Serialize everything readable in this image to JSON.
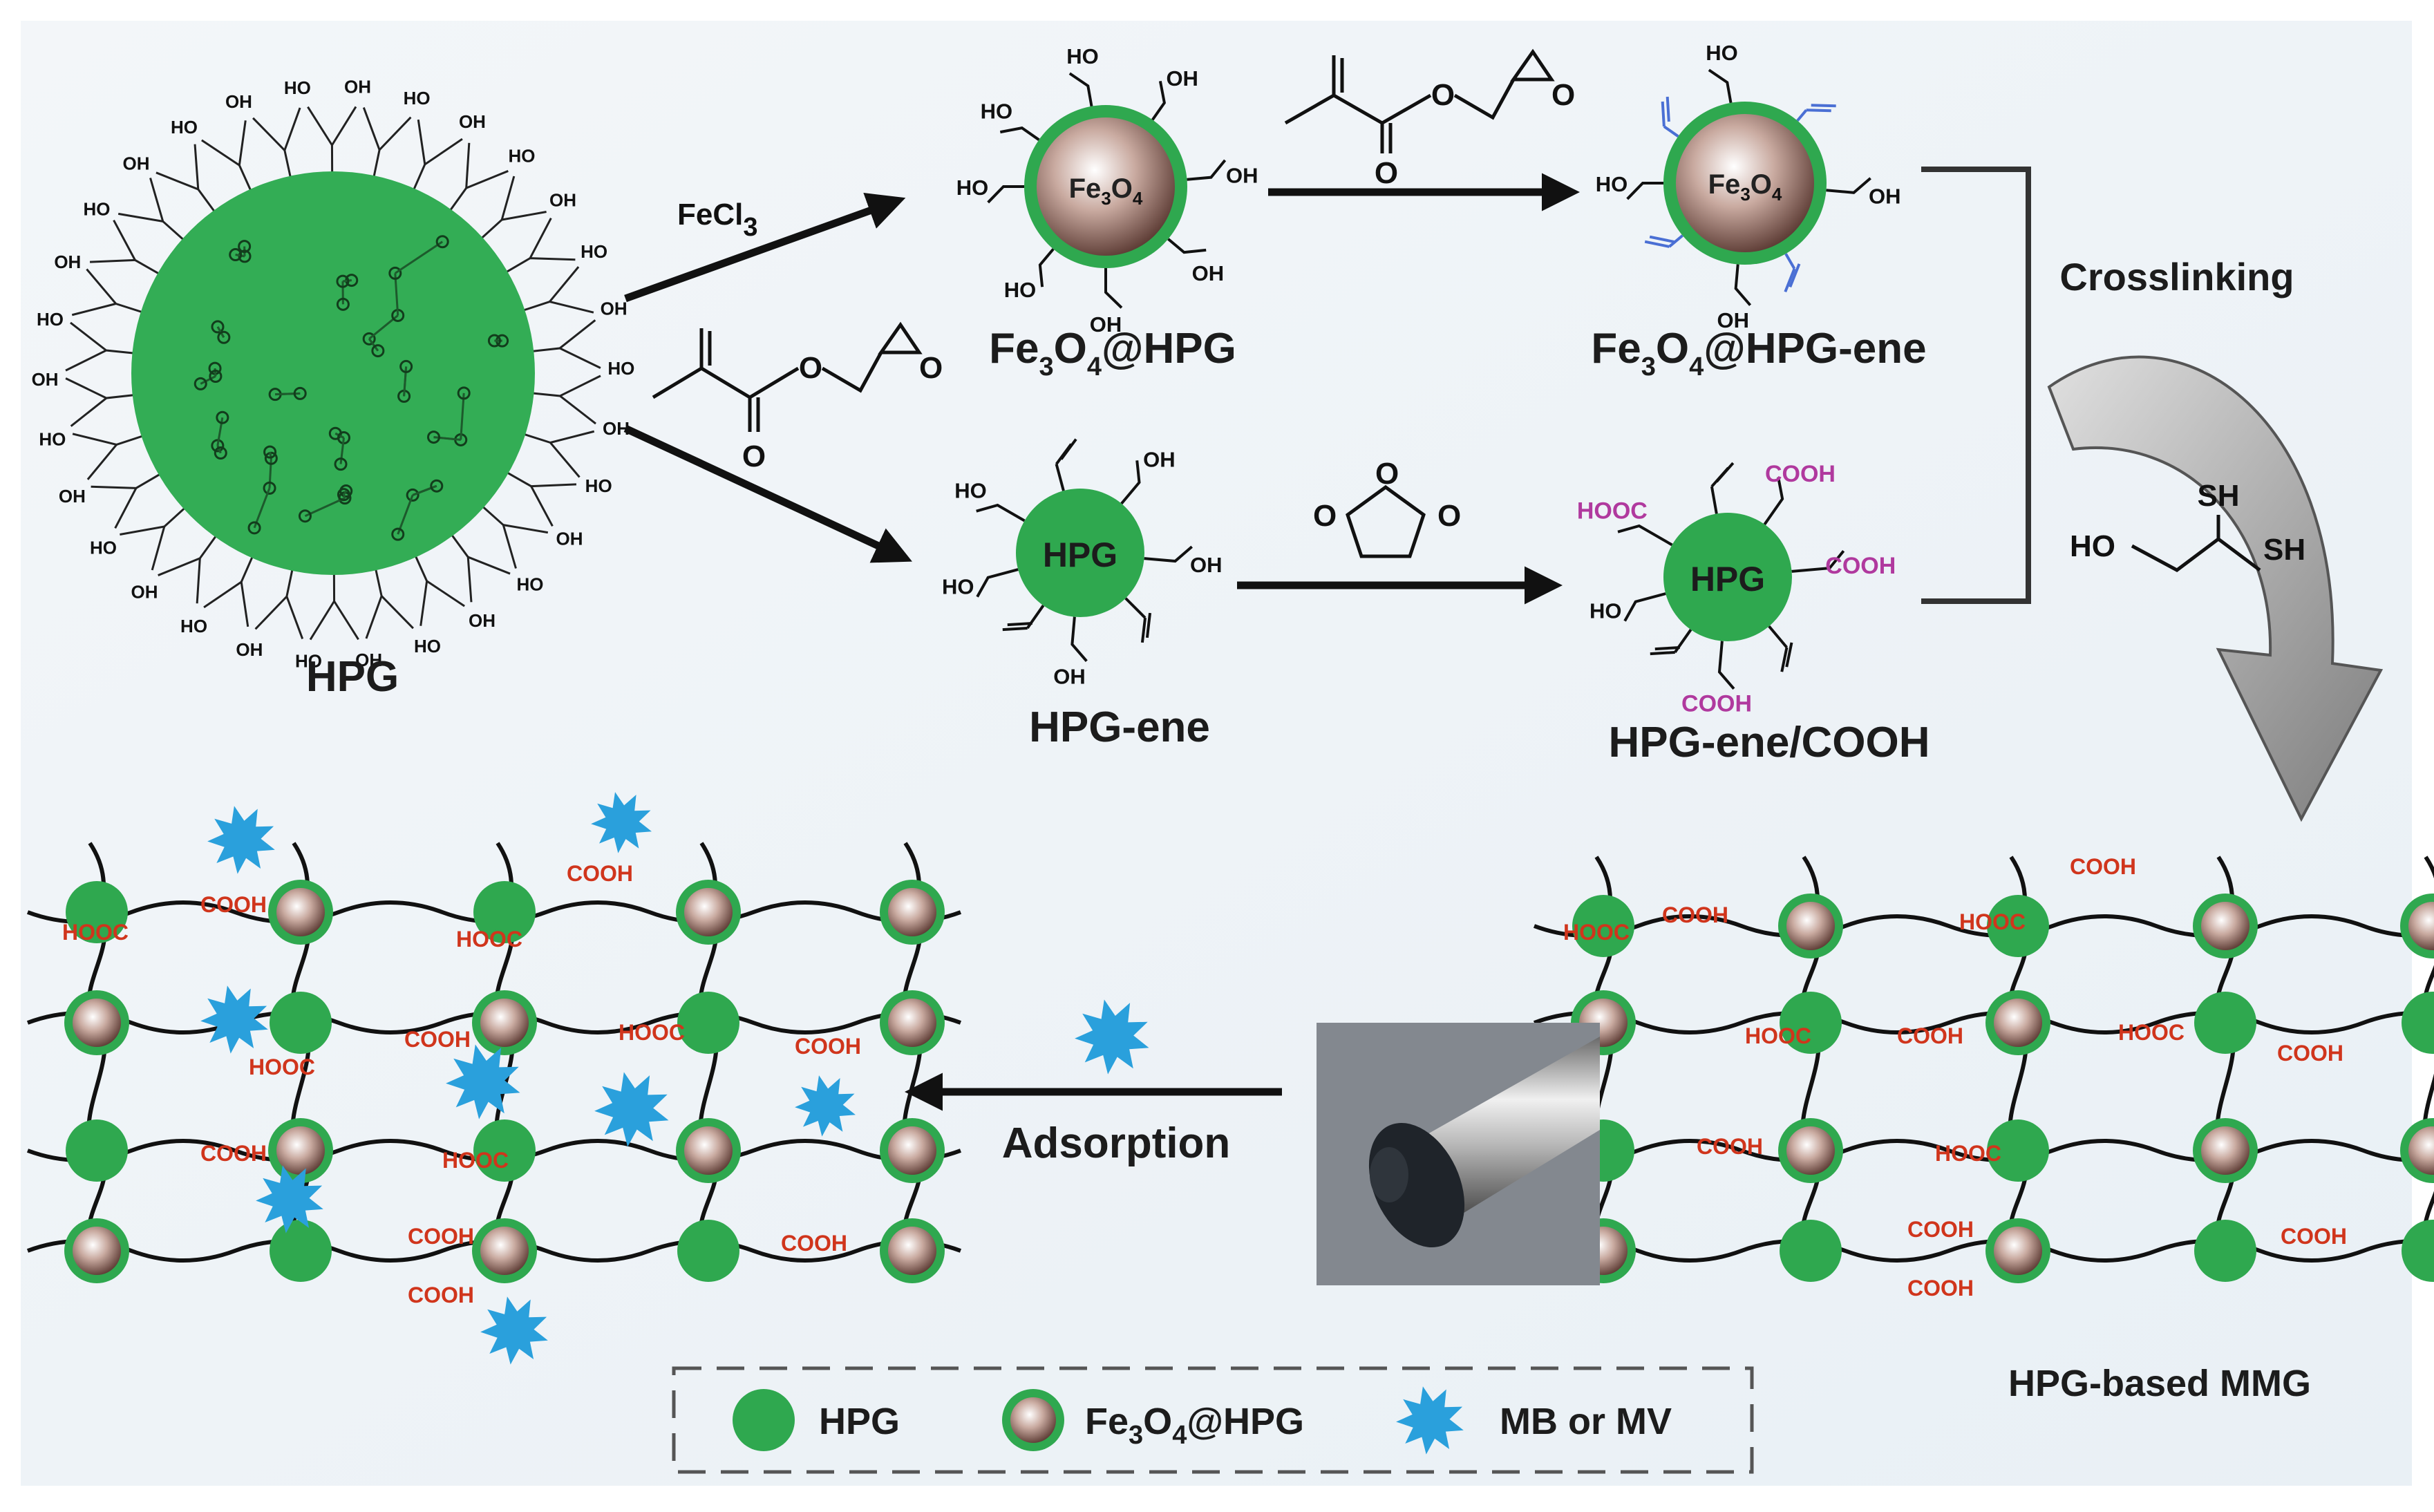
{
  "colors": {
    "hpg_green": "#2fa84f",
    "hpg_rim": "#84c66a",
    "fe3o4_core": "#9a7a70",
    "dye_blue": "#2aa0dc",
    "cooh_red": "#d0351c",
    "cooh_pink": "#b0399e",
    "background": "#eef3f7"
  },
  "icons": [
    "hpg-sphere-icon",
    "fe3o4-core-shell-icon",
    "dye-starburst-icon",
    "vinyl-group-icon",
    "epoxide-icon"
  ],
  "labels": {
    "hpg": "HPG",
    "fe3o4_hpg_pre": "Fe",
    "fe3o4_hpg_sub1": "3",
    "fe3o4_hpg_mid": "O",
    "fe3o4_hpg_sub2": "4",
    "fe3o4_hpg_post": "@HPG",
    "fe3o4_hpg_ene_post": "@HPG-ene",
    "hpg_ene": "HPG-ene",
    "hpg_ene_cooh": "HPG-ene/COOH",
    "crosslinking": "Crosslinking",
    "adsorption": "Adsorption",
    "mmg": "HPG-based MMG"
  },
  "reagents": {
    "fecl3_pre": "FeCl",
    "fecl3_sub": "3",
    "oxygen": "O",
    "sh": "SH",
    "ho": "HO"
  },
  "groups": {
    "oh": "OH",
    "ho": "HO",
    "o": "O",
    "cooh": "COOH",
    "hooc": "HOOC",
    "core_fe": "Fe",
    "core_sub3": "3",
    "core_o": "O",
    "core_sub4": "4"
  },
  "legend": {
    "hpg": "HPG",
    "fe_pre": "Fe",
    "fe_sub1": "3",
    "fe_mid": "O",
    "fe_sub2": "4",
    "fe_post": "@HPG",
    "dye": "MB or MV"
  }
}
